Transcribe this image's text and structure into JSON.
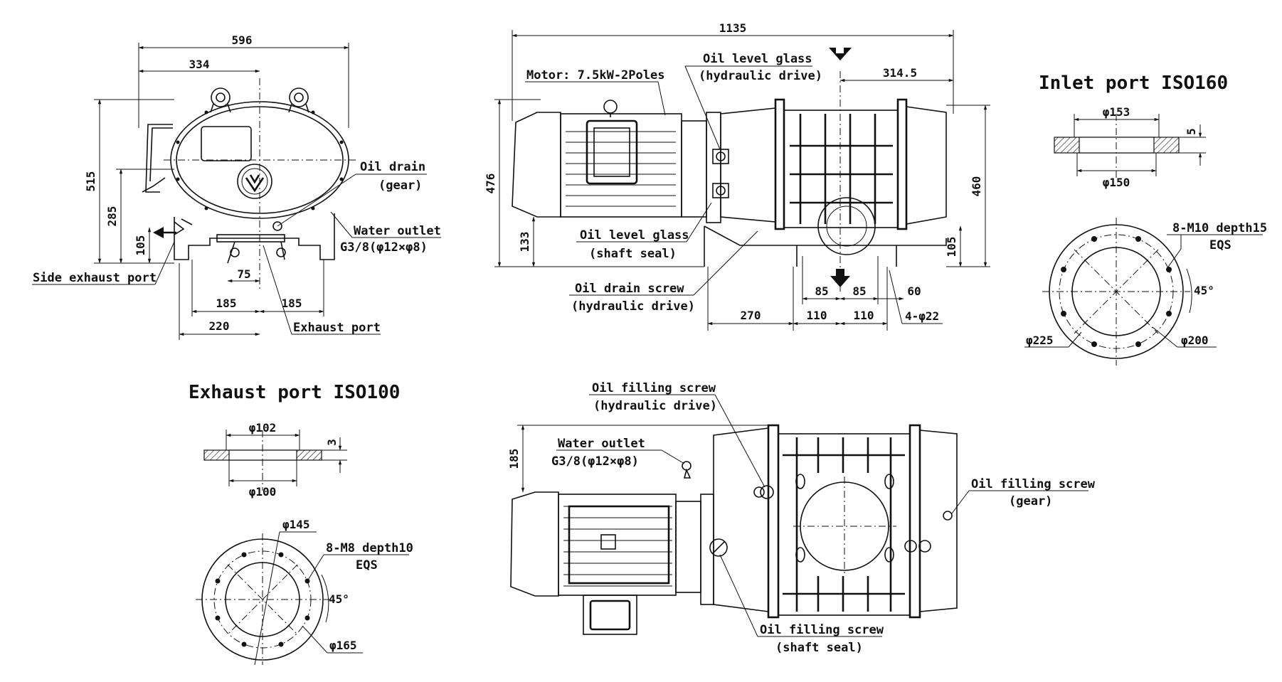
{
  "titles": {
    "inlet_port": "Inlet port ISO160",
    "exhaust_port": "Exhaust port ISO100"
  },
  "labels": {
    "oil_drain_gear_1": "Oil drain",
    "oil_drain_gear_2": "(gear)",
    "water_outlet_1": "Water outlet",
    "water_outlet_2": "G3/8(φ12×φ8)",
    "side_exhaust_port": "Side exhaust port",
    "exhaust_port": "Exhaust port",
    "motor": "Motor: 7.5kW-2Poles",
    "oil_level_glass_hd_1": "Oil level glass",
    "oil_level_glass_hd_2": "(hydraulic drive)",
    "oil_level_glass_ss_1": "Oil level glass",
    "oil_level_glass_ss_2": "(shaft seal)",
    "oil_drain_screw_1": "Oil drain screw",
    "oil_drain_screw_2": "(hydraulic drive)",
    "eight_m10": "8-M10 depth15",
    "eqs_inlet": "EQS",
    "angle_inlet": "45°",
    "oil_filling_hd_1": "Oil filling screw",
    "oil_filling_hd_2": "(hydraulic drive)",
    "water_outlet_b_1": "Water outlet",
    "water_outlet_b_2": "G3/8(φ12×φ8)",
    "oil_filling_gear_1": "Oil filling screw",
    "oil_filling_gear_2": "(gear)",
    "oil_filling_ss_1": "Oil filling screw",
    "oil_filling_ss_2": "(shaft seal)",
    "eight_m8": "8-M8 depth10",
    "eqs_exhaust": "EQS",
    "angle_exhaust": "45°",
    "four_holes": "4-φ22"
  },
  "dimensions": {
    "d596": "596",
    "d334": "334",
    "d515": "515",
    "d285": "285",
    "d105_left": "105",
    "d75": "75",
    "d185_a": "185",
    "d185_b": "185",
    "d220": "220",
    "d1135": "1135",
    "d314_5": "314.5",
    "d476": "476",
    "d133": "133",
    "d460": "460",
    "d105_right": "105",
    "d85_a": "85",
    "d85_b": "85",
    "d60": "60",
    "d270": "270",
    "d110_a": "110",
    "d110_b": "110",
    "d185_top": "185",
    "phi153": "φ153",
    "phi150": "φ150",
    "d5": "5",
    "phi225": "φ225",
    "phi200": "φ200",
    "phi102": "φ102",
    "phi100": "φ100",
    "d3": "3",
    "phi145": "φ145",
    "phi165": "φ165"
  }
}
